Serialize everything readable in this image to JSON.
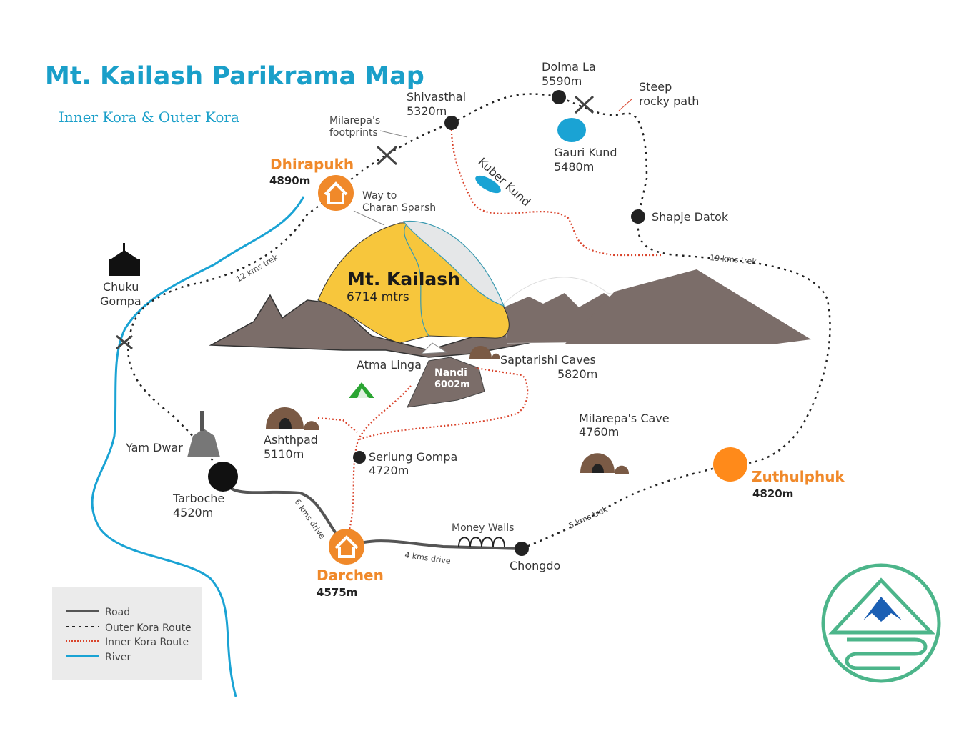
{
  "title": "Mt. Kailash Parikrama Map",
  "subtitle": "Inner Kora & Outer Kora",
  "colors": {
    "title": "#1a9fc9",
    "outer_route": "#222222",
    "inner_route": "#d9432b",
    "road": "#555555",
    "river": "#1aa3d4",
    "accent": "#f0892a",
    "mountain_brown": "#7b6d69",
    "kailash_yellow": "#f7c63c",
    "logo_green": "#4cb58a",
    "logo_blue": "#1b5fb4"
  },
  "peak": {
    "name": "Mt. Kailash",
    "elevation": "6714 mtrs"
  },
  "places": {
    "dolma_la": {
      "name": "Dolma La",
      "elev": "5590m"
    },
    "shivasthal": {
      "name": "Shivasthal",
      "elev": "5320m"
    },
    "milarepa_footprints": {
      "line1": "Milarepa's",
      "line2": "footprints"
    },
    "steep": {
      "line1": "Steep",
      "line2": "rocky path"
    },
    "gauri_kund": {
      "name": "Gauri Kund",
      "elev": "5480m"
    },
    "kuber_kund": {
      "name": "Kuber Kund"
    },
    "dhirapukh": {
      "name": "Dhirapukh",
      "elev": "4890m"
    },
    "charan_sparsh": {
      "line1": "Way to",
      "line2": "Charan Sparsh"
    },
    "shapje_datok": {
      "name": "Shapje Datok"
    },
    "chuku_gompa": {
      "line1": "Chuku",
      "line2": "Gompa"
    },
    "atma_linga": {
      "name": "Atma Linga"
    },
    "nandi": {
      "name": "Nandi",
      "elev": "6002m"
    },
    "saptarishi": {
      "name": "Saptarishi Caves",
      "elev": "5820m"
    },
    "milarepa_cave": {
      "name": "Milarepa's Cave",
      "elev": "4760m"
    },
    "ashthpad": {
      "name": "Ashthpad",
      "elev": "5110m"
    },
    "serlung": {
      "name": "Serlung Gompa",
      "elev": "4720m"
    },
    "yam_dwar": {
      "name": "Yam Dwar"
    },
    "tarboche": {
      "name": "Tarboche",
      "elev": "4520m"
    },
    "zuthulphuk": {
      "name": "Zuthulphuk",
      "elev": "4820m"
    },
    "money_walls": {
      "name": "Money Walls"
    },
    "chongdo": {
      "name": "Chongdo"
    },
    "darchen": {
      "name": "Darchen",
      "elev": "4575m"
    }
  },
  "distances": {
    "trek12": "12 kms trek",
    "trek19": "19 kms trek",
    "trek5": "5 kms trek",
    "drive6": "6 kms drive",
    "drive4": "4 kms drive"
  },
  "legend": {
    "items": [
      {
        "label": "Road",
        "style": "road"
      },
      {
        "label": "Outer Kora Route",
        "style": "outer"
      },
      {
        "label": "Inner Kora Route",
        "style": "inner"
      },
      {
        "label": "River",
        "style": "river"
      }
    ]
  }
}
